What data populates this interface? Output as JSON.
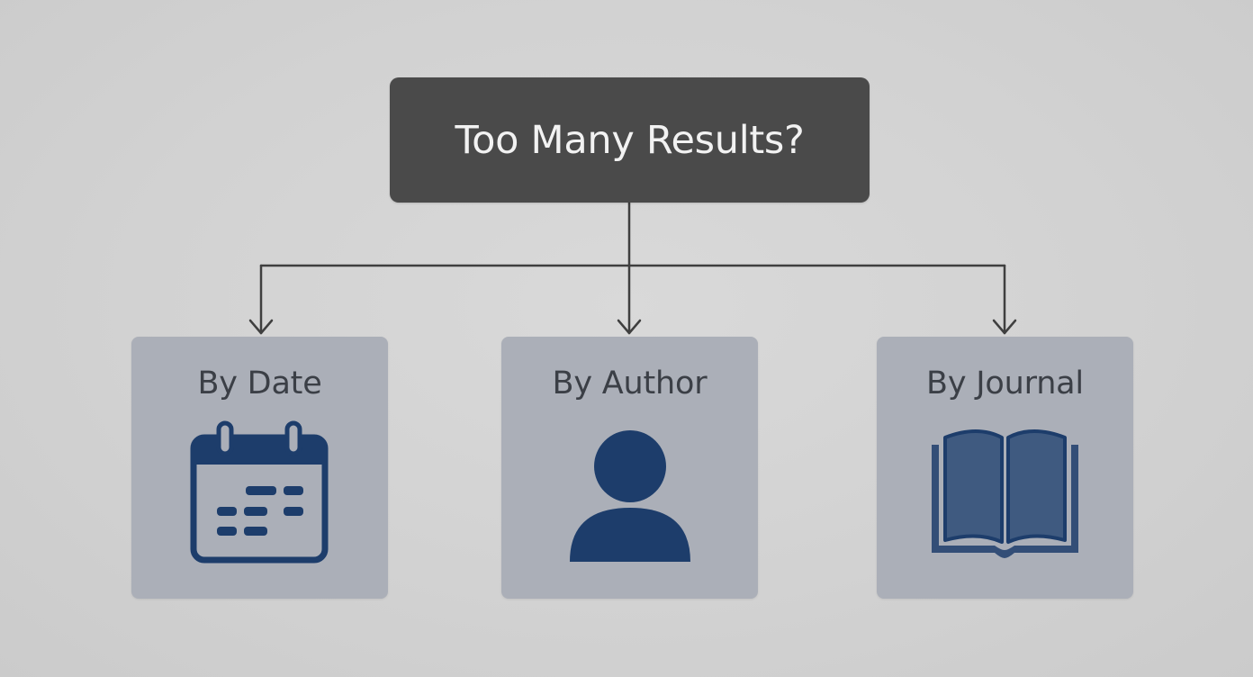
{
  "root": {
    "title": "Too Many Results?"
  },
  "options": [
    {
      "label": "By Date",
      "icon": "calendar-icon"
    },
    {
      "label": "By Author",
      "icon": "person-icon"
    },
    {
      "label": "By Journal",
      "icon": "open-book-icon"
    }
  ],
  "colors": {
    "background": "#d2d2d2",
    "root_box": "#4a4a4a",
    "root_text": "#f2f2f2",
    "card": "#abafb8",
    "card_text": "#3b3f46",
    "icon": "#1d3d6b",
    "connector": "#3f3f3f"
  }
}
